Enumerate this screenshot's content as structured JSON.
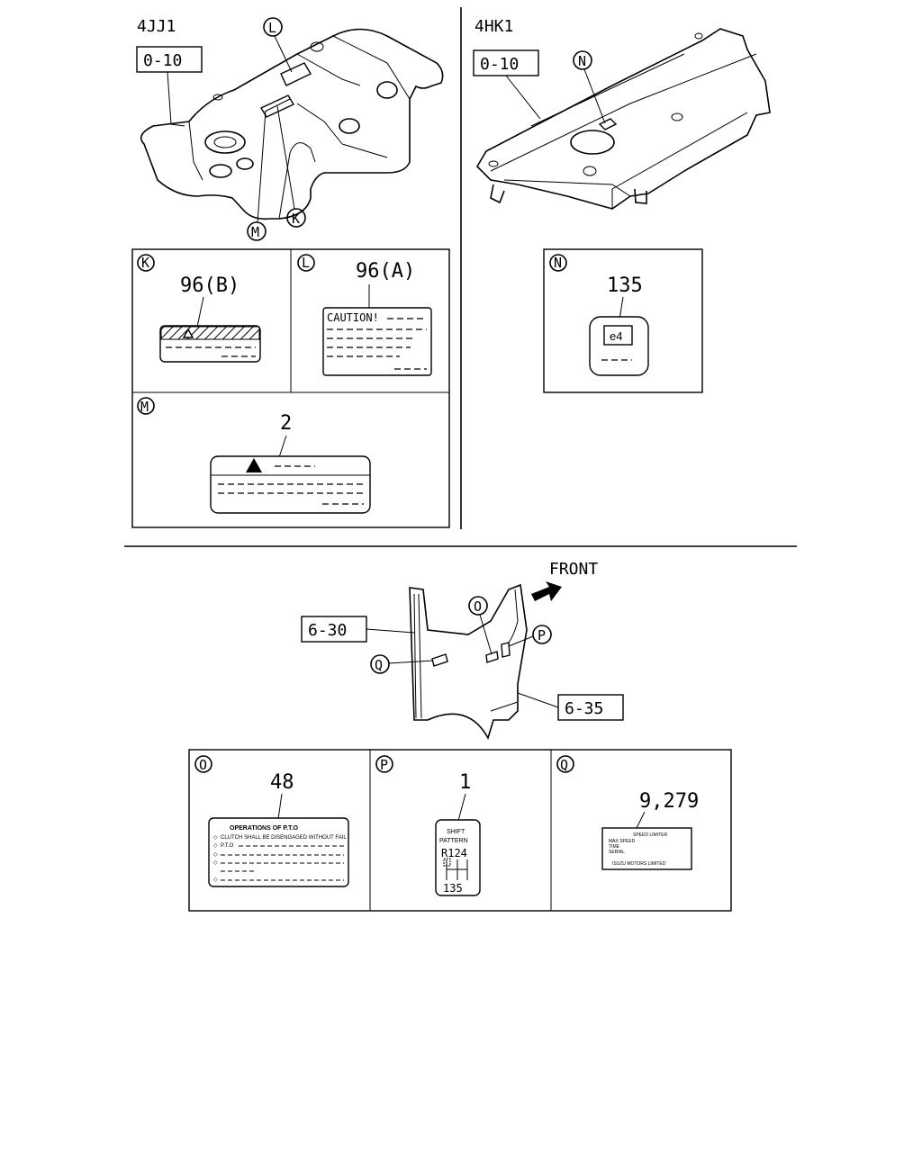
{
  "engine_left": {
    "name": "4JJ1",
    "ref": "0-10",
    "callouts": [
      "L",
      "M",
      "K"
    ]
  },
  "engine_right": {
    "name": "4HK1",
    "ref": "0-10",
    "callouts": [
      "N"
    ]
  },
  "labels_engine": {
    "K": {
      "letter": "K",
      "part": "96(B)"
    },
    "L": {
      "letter": "L",
      "part": "96(A)",
      "caution_text": "CAUTION!"
    },
    "M": {
      "letter": "M",
      "part": "2"
    },
    "N": {
      "letter": "N",
      "part": "135",
      "mark": "e4"
    }
  },
  "lower_assembly": {
    "front_label": "FRONT",
    "ref_left": "6-30",
    "ref_right": "6-35",
    "callouts": [
      "O",
      "P",
      "Q"
    ]
  },
  "labels_lower": {
    "O": {
      "letter": "O",
      "part": "48",
      "title": "OPERATIONS OF P.T.O",
      "line1": "CLUTCH SHALL BE DISENGAGED WITHOUT FAIL",
      "line2": "P.T.O"
    },
    "P": {
      "letter": "P",
      "part": "1",
      "title1": "SHIFT",
      "title2": "PATTERN",
      "top": "R124",
      "bottom": "135"
    },
    "Q": {
      "letter": "Q",
      "part": "9,279",
      "l1": "SPEED LIMITER",
      "l2": "MAX SPEED",
      "l3": "TIME",
      "l4": "SERIAL",
      "l5": "ISUZU MOTORS LIMITED"
    }
  }
}
